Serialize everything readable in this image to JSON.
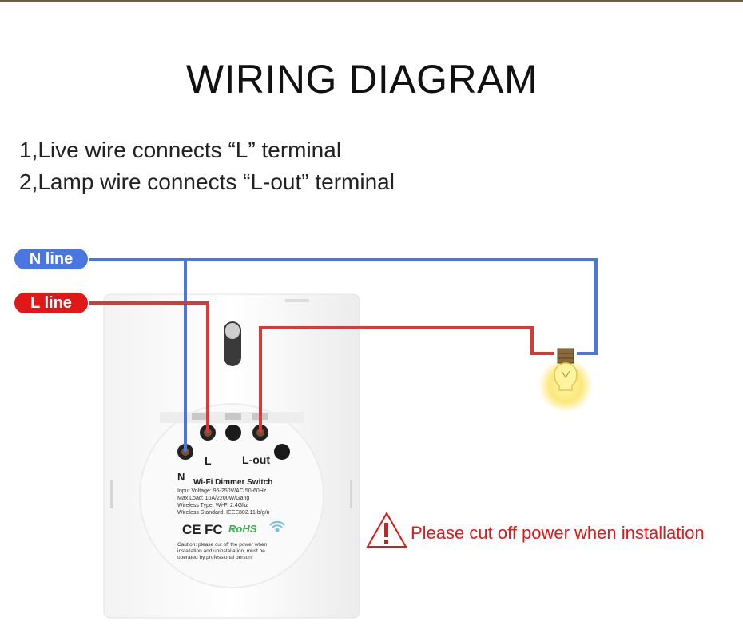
{
  "title": "WIRING DIAGRAM",
  "steps": [
    "1,Live wire connects “L” terminal",
    "2,Lamp wire connects “L-out” terminal"
  ],
  "wires": {
    "n_line_label": "N line",
    "l_line_label": "L line",
    "n_color": "#4a76e0",
    "l_color": "#d83a3a"
  },
  "switch": {
    "terminal_n": "N",
    "terminal_l": "L",
    "terminal_lout": "L-out",
    "product_name": "Wi-Fi Dimmer Switch",
    "spec_lines": [
      "Input Voltage: 95-250V/AC 50-60Hz",
      "Max.Load: 10A/2200W/Gang",
      "Wireless Type: Wi-Fi 2.4Ghz",
      "Wireless Standard: IEEE802.11 b/g/n"
    ],
    "cert_ce": "CE",
    "cert_fc": "FC",
    "cert_rohs": "RoHS",
    "caution_lines": [
      "Caution: please cut off the power when",
      "installation and uninstallation, must be",
      "operated by professional person!"
    ]
  },
  "warning": {
    "text": "Please cut off power when installation",
    "color": "#e01818"
  }
}
